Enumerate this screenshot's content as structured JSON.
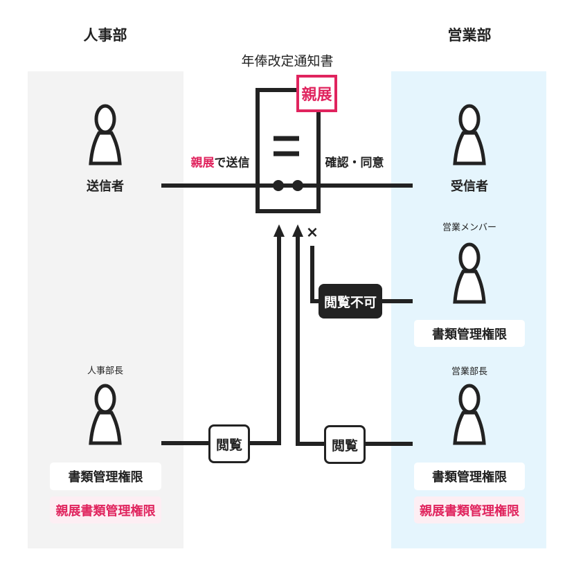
{
  "colors": {
    "accent": "#e0245e",
    "left_panel": "#f3f3f3",
    "right_panel": "#e5f5fd",
    "line": "#222222"
  },
  "left": {
    "title": "人事部",
    "sender": "送信者",
    "manager": "人事部長",
    "perm": "書類管理権限",
    "secret_perm": "親展書類管理権限"
  },
  "right": {
    "title": "営業部",
    "receiver": "受信者",
    "member": "営業メンバー",
    "member_perm": "書類管理権限",
    "manager": "営業部長",
    "perm": "書類管理権限",
    "secret_perm": "親展書類管理権限"
  },
  "document": {
    "title": "年俸改定通知書",
    "stamp": "親展"
  },
  "flow": {
    "send_accent": "親展",
    "send_rest": "で送信",
    "confirm": "確認・同意",
    "view": "閲覧",
    "no_view": "閲覧不可",
    "blocked_mark": "×"
  }
}
